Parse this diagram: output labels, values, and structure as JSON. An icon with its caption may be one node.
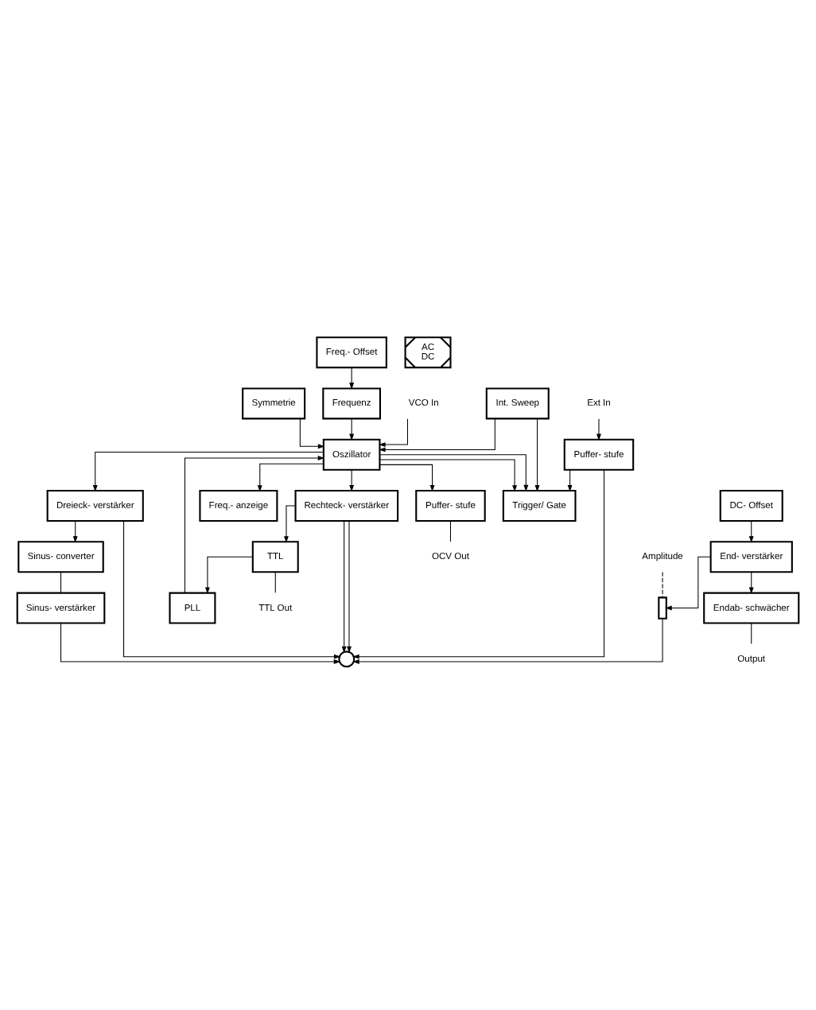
{
  "diagram": {
    "nodes": [
      {
        "text": [
          "Trigger/ Gate"
        ]
      },
      {
        "text": [
          "Oszillator"
        ]
      },
      {
        "text": [
          "Rechteck- verstärker"
        ]
      },
      {
        "text": [
          "Dreieck- verstärker"
        ]
      },
      {
        "text": [
          "Frequenz"
        ]
      },
      {
        "text": [
          "Freq.- Offset"
        ]
      },
      {
        "text": [
          "Puffer- stufe"
        ]
      },
      {
        "text": [
          "Ext In"
        ]
      },
      {
        "text": [
          "Int. Sweep"
        ]
      },
      {
        "text": [
          "VCO In"
        ]
      },
      {
        "text": [
          "Symmetrie"
        ]
      },
      {
        "text": [
          "Freq.- anzeige"
        ]
      },
      {
        "text": [
          "PLL"
        ]
      },
      {
        "text": [
          "AC",
          "DC"
        ]
      },
      {
        "text": [],
        "shape": "switch"
      },
      {
        "text": [
          "Sinus- converter"
        ]
      },
      {
        "text": [
          "Sinus- verstärker"
        ]
      },
      {
        "text": [
          "DC- Offset"
        ]
      },
      {
        "text": [],
        "shape": "box"
      },
      {
        "text": [
          "End- verstärker"
        ]
      },
      {
        "text": [
          "Endab- schwächer"
        ]
      },
      {
        "text": [
          "Output"
        ]
      },
      {
        "text": [
          "Amplitude"
        ]
      },
      {
        "text": [
          "Puffer- stufe"
        ]
      },
      {
        "text": [
          "OCV Out"
        ]
      },
      {
        "text": [
          "TTL"
        ]
      },
      {
        "text": [
          "TTL Out"
        ]
      }
    ],
    "edges": [
      {
        "from": 1,
        "to": 0,
        "arrow": "to"
      },
      {
        "from": 1,
        "to": 0,
        "arrow": "to"
      },
      {
        "from": 1,
        "to": 2,
        "arrow": "to"
      },
      {
        "from": 1,
        "to": 3,
        "arrow": "to"
      },
      {
        "from": 7,
        "to": 6,
        "arrow": "to"
      },
      {
        "from": 6,
        "to": 0,
        "arrow": "to"
      },
      {
        "from": 6,
        "to": 14,
        "arrow": "to"
      },
      {
        "from": 8,
        "to": 0,
        "arrow": "to"
      },
      {
        "from": 5,
        "to": 4,
        "arrow": "to"
      },
      {
        "from": 4,
        "to": 1,
        "arrow": "to"
      },
      {
        "from": 8,
        "to": 1,
        "arrow": "to"
      },
      {
        "from": 9,
        "to": 1,
        "arrow": "to"
      },
      {
        "from": 10,
        "to": 1,
        "arrow": "to"
      },
      {
        "from": 12,
        "to": 1,
        "arrow": "to"
      },
      {
        "from": 1,
        "to": 11,
        "arrow": "to"
      },
      {
        "from": 1,
        "to": 23,
        "arrow": "to"
      },
      {
        "from": 2,
        "to": 14,
        "arrow": "to"
      },
      {
        "from": 2,
        "to": 14,
        "arrow": "to"
      },
      {
        "from": 2,
        "to": 25,
        "arrow": "to"
      },
      {
        "from": 3,
        "to": 14,
        "arrow": "to"
      },
      {
        "from": 3,
        "to": 15,
        "arrow": "to"
      },
      {
        "from": 15,
        "to": 16,
        "arrow": "none"
      },
      {
        "from": 16,
        "to": 14,
        "arrow": "to"
      },
      {
        "from": 18,
        "to": 14,
        "arrow": "to"
      },
      {
        "from": 19,
        "to": 18,
        "arrow": "to"
      },
      {
        "from": 17,
        "to": 19,
        "arrow": "to"
      },
      {
        "from": 19,
        "to": 20,
        "arrow": "to"
      },
      {
        "from": 20,
        "to": 21,
        "arrow": "none"
      },
      {
        "from": 22,
        "to": 18,
        "arrow": "none",
        "style": "dashed"
      },
      {
        "from": 23,
        "to": 24,
        "arrow": "none"
      },
      {
        "from": 25,
        "to": 12,
        "arrow": "to"
      },
      {
        "from": 25,
        "to": 26,
        "arrow": "none"
      }
    ]
  }
}
